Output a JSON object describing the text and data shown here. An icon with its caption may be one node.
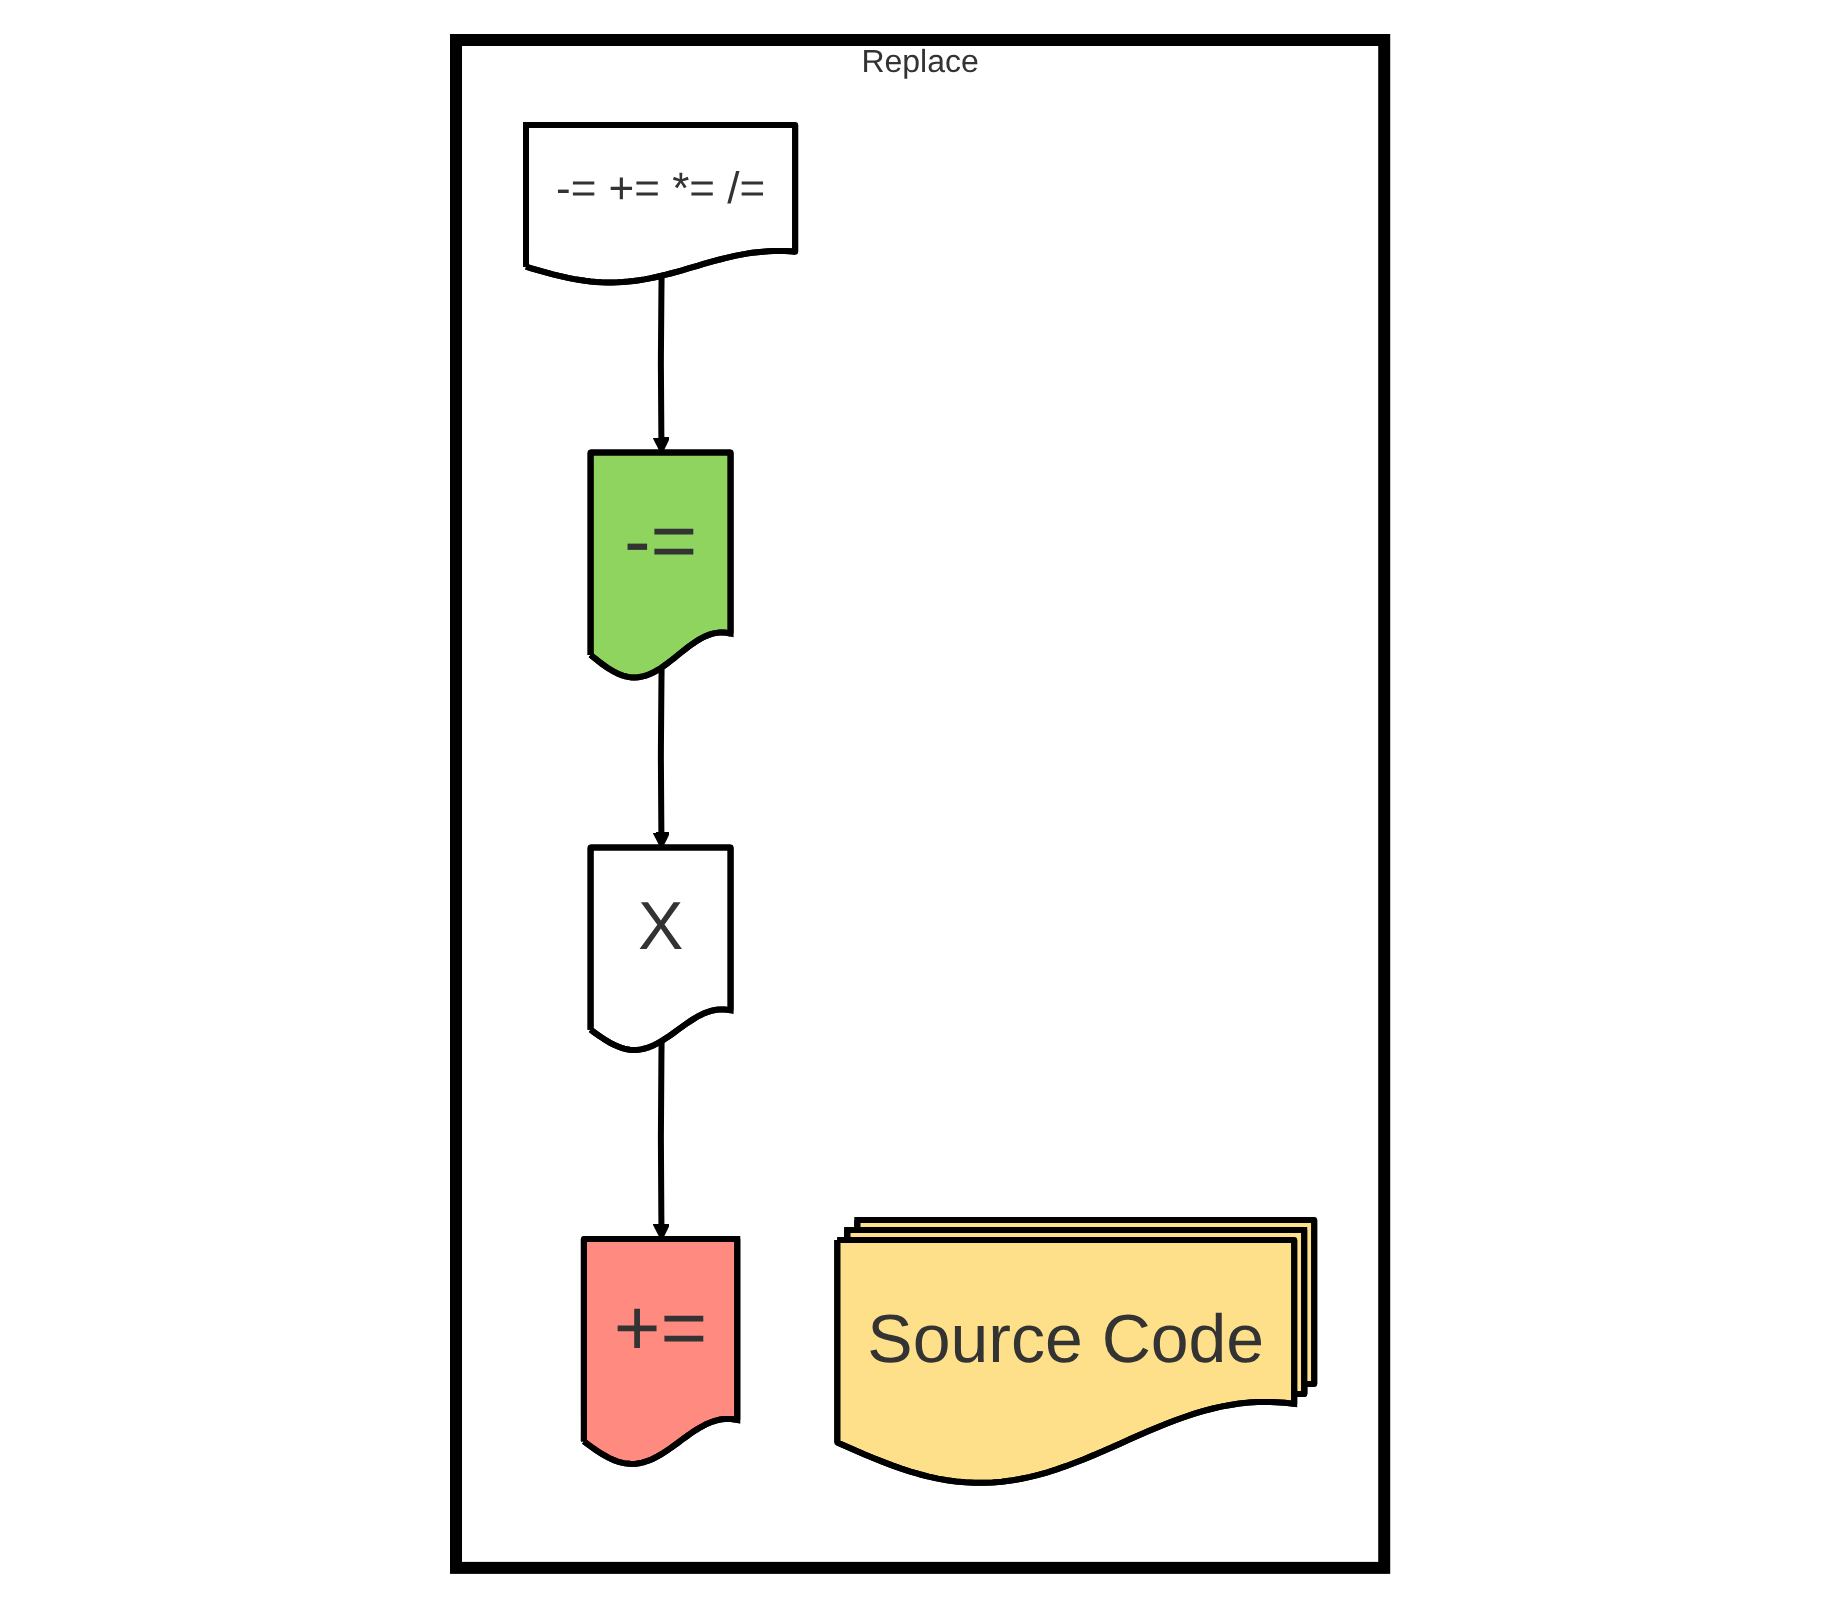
{
  "diagram": {
    "nodes": [
      {
        "text": [
          "Replace"
        ]
      },
      {
        "text": [
          "-= += *= /="
        ],
        "in": 0
      },
      {
        "text": [
          "-="
        ],
        "in": 0
      },
      {
        "text": [
          "+="
        ],
        "in": 0
      },
      {
        "text": [
          "Source Code"
        ],
        "in": 0
      },
      {
        "text": [
          "X"
        ],
        "in": 0
      }
    ],
    "edges": [
      {
        "from": 1,
        "to": 2,
        "arrow": "to"
      },
      {
        "from": 2,
        "to": 5,
        "arrow": "to"
      },
      {
        "from": 5,
        "to": 3,
        "arrow": "to"
      }
    ]
  }
}
